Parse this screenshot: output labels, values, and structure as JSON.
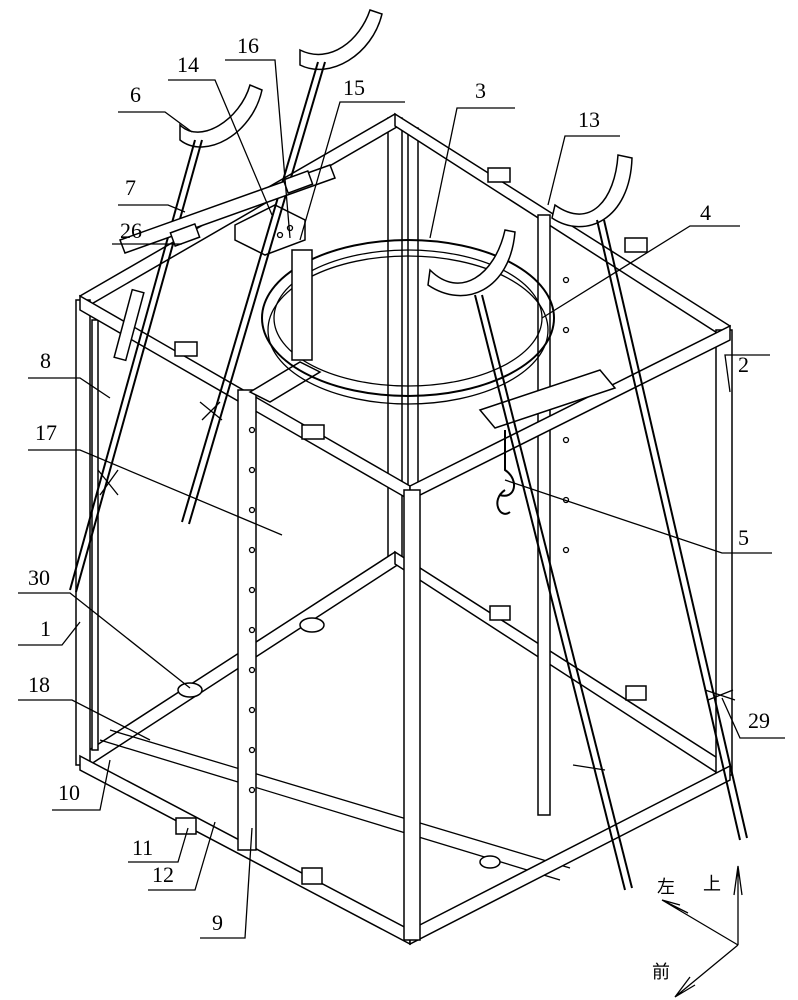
{
  "figure": {
    "part_labels": [
      {
        "id": "16",
        "text": "16"
      },
      {
        "id": "14",
        "text": "14"
      },
      {
        "id": "15",
        "text": "15"
      },
      {
        "id": "6",
        "text": "6"
      },
      {
        "id": "3",
        "text": "3"
      },
      {
        "id": "13",
        "text": "13"
      },
      {
        "id": "7",
        "text": "7"
      },
      {
        "id": "4",
        "text": "4"
      },
      {
        "id": "26",
        "text": "26"
      },
      {
        "id": "8",
        "text": "8"
      },
      {
        "id": "2",
        "text": "2"
      },
      {
        "id": "17",
        "text": "17"
      },
      {
        "id": "5",
        "text": "5"
      },
      {
        "id": "30",
        "text": "30"
      },
      {
        "id": "1",
        "text": "1"
      },
      {
        "id": "18",
        "text": "18"
      },
      {
        "id": "29",
        "text": "29"
      },
      {
        "id": "10",
        "text": "10"
      },
      {
        "id": "11",
        "text": "11"
      },
      {
        "id": "12",
        "text": "12"
      },
      {
        "id": "9",
        "text": "9"
      }
    ],
    "directions": {
      "left": "左",
      "up": "上",
      "front": "前"
    }
  }
}
